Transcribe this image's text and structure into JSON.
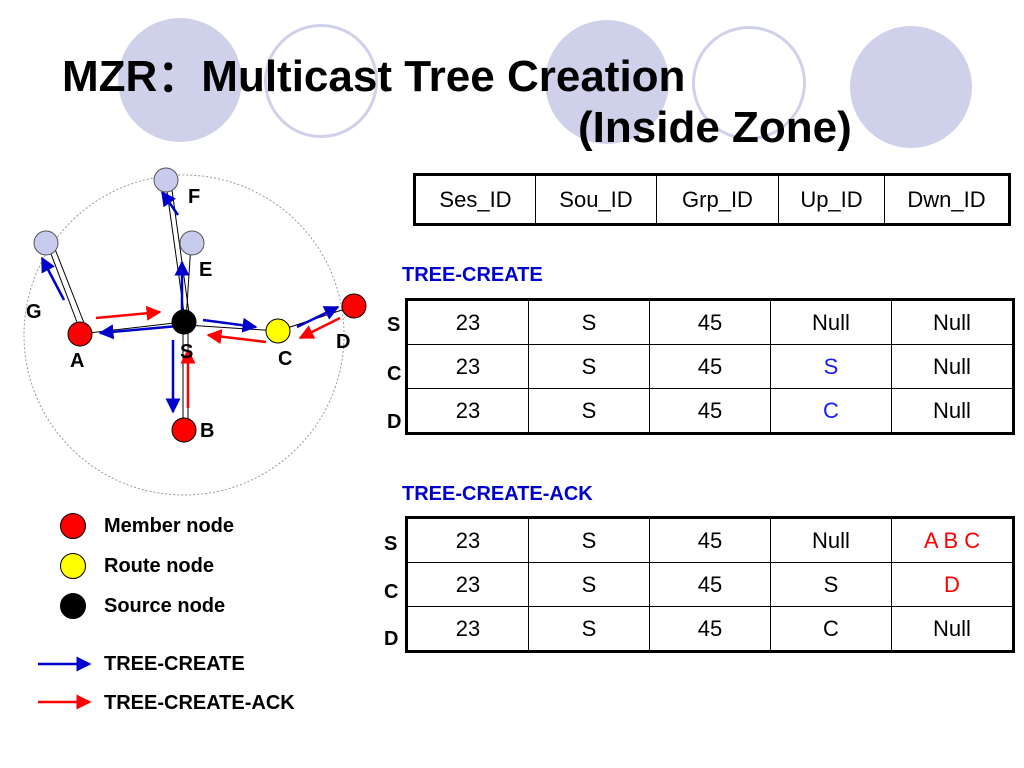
{
  "title": {
    "line1": "MZR：Multicast Tree Creation",
    "line2": "(Inside Zone)"
  },
  "diagram": {
    "nodes": [
      {
        "id": "F",
        "label": "F",
        "type": "neighbor"
      },
      {
        "id": "E",
        "label": "E",
        "type": "neighbor"
      },
      {
        "id": "G",
        "label": "G",
        "type": "neighbor"
      },
      {
        "id": "A",
        "label": "A",
        "type": "member"
      },
      {
        "id": "S",
        "label": "S",
        "type": "source"
      },
      {
        "id": "C",
        "label": "C",
        "type": "route"
      },
      {
        "id": "D",
        "label": "D",
        "type": "member"
      },
      {
        "id": "B",
        "label": "B",
        "type": "member"
      }
    ]
  },
  "header_table": [
    "Ses_ID",
    "Sou_ID",
    "Grp_ID",
    "Up_ID",
    "Dwn_ID"
  ],
  "tree_create": {
    "label": "TREE-CREATE",
    "row_labels": [
      "S",
      "C",
      "D"
    ],
    "rows": [
      [
        "23",
        "S",
        "45",
        "Null",
        "Null"
      ],
      [
        "23",
        "S",
        "45",
        "S",
        "Null"
      ],
      [
        "23",
        "S",
        "45",
        "C",
        "Null"
      ]
    ]
  },
  "tree_create_ack": {
    "label": "TREE-CREATE-ACK",
    "row_labels": [
      "S",
      "C",
      "D"
    ],
    "rows": [
      [
        "23",
        "S",
        "45",
        "Null",
        "A B C"
      ],
      [
        "23",
        "S",
        "45",
        "S",
        "D"
      ],
      [
        "23",
        "S",
        "45",
        "C",
        "Null"
      ]
    ]
  },
  "legend": {
    "member": "Member node",
    "route": "Route node",
    "source": "Source node",
    "tree_create": "TREE-CREATE",
    "tree_create_ack": "TREE-CREATE-ACK"
  },
  "colors": {
    "member": "#ff0000",
    "route": "#ffff00",
    "source": "#000000",
    "neighbor": "#c8cbee",
    "create_arrow": "#0000cc",
    "ack_arrow": "#ff0000",
    "deco": "#cfd1ea"
  }
}
